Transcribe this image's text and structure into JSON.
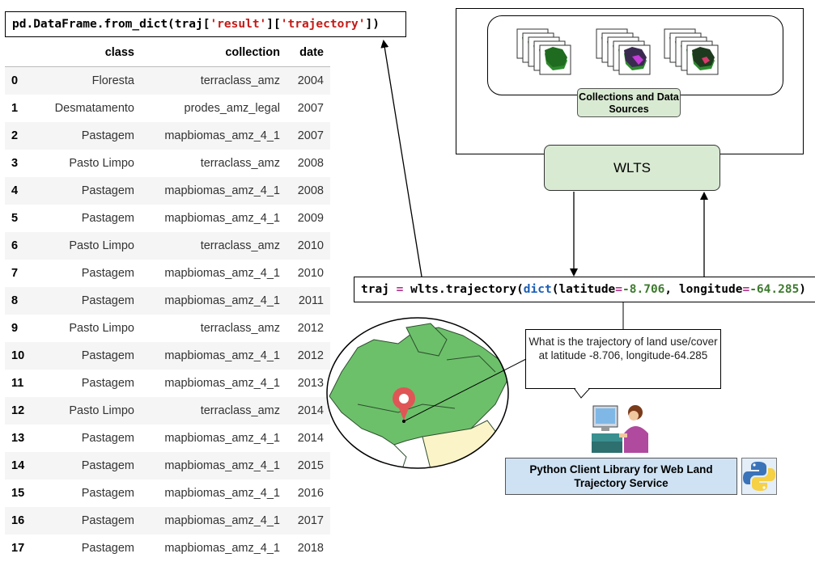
{
  "code_top": {
    "prefix": "pd.DataFrame.from_dict(traj[",
    "key1": "'result'",
    "mid": "][",
    "key2": "'trajectory'",
    "suffix": "])"
  },
  "code_mid": {
    "part1": "traj ",
    "eq1": "=",
    "part2": " wlts.trajectory(",
    "fn": "dict",
    "part3": "(latitude",
    "eq2": "=",
    "lat": "-8.706",
    "part4": ", longitude",
    "eq3": "=",
    "lon": "-64.285",
    "part5": ")"
  },
  "table": {
    "headers": [
      "",
      "class",
      "collection",
      "date"
    ],
    "rows": [
      [
        "0",
        "Floresta",
        "terraclass_amz",
        "2004"
      ],
      [
        "1",
        "Desmatamento",
        "prodes_amz_legal",
        "2007"
      ],
      [
        "2",
        "Pastagem",
        "mapbiomas_amz_4_1",
        "2007"
      ],
      [
        "3",
        "Pasto Limpo",
        "terraclass_amz",
        "2008"
      ],
      [
        "4",
        "Pastagem",
        "mapbiomas_amz_4_1",
        "2008"
      ],
      [
        "5",
        "Pastagem",
        "mapbiomas_amz_4_1",
        "2009"
      ],
      [
        "6",
        "Pasto Limpo",
        "terraclass_amz",
        "2010"
      ],
      [
        "7",
        "Pastagem",
        "mapbiomas_amz_4_1",
        "2010"
      ],
      [
        "8",
        "Pastagem",
        "mapbiomas_amz_4_1",
        "2011"
      ],
      [
        "9",
        "Pasto Limpo",
        "terraclass_amz",
        "2012"
      ],
      [
        "10",
        "Pastagem",
        "mapbiomas_amz_4_1",
        "2012"
      ],
      [
        "11",
        "Pastagem",
        "mapbiomas_amz_4_1",
        "2013"
      ],
      [
        "12",
        "Pasto Limpo",
        "terraclass_amz",
        "2014"
      ],
      [
        "13",
        "Pastagem",
        "mapbiomas_amz_4_1",
        "2014"
      ],
      [
        "14",
        "Pastagem",
        "mapbiomas_amz_4_1",
        "2015"
      ],
      [
        "15",
        "Pastagem",
        "mapbiomas_amz_4_1",
        "2016"
      ],
      [
        "16",
        "Pastagem",
        "mapbiomas_amz_4_1",
        "2017"
      ],
      [
        "17",
        "Pastagem",
        "mapbiomas_amz_4_1",
        "2018"
      ]
    ]
  },
  "collections_label": "Collections and Data Sources",
  "wlts_label": "WLTS",
  "question": "What is the trajectory of land use/cover at latitude -8.706, longitude-64.285",
  "client_label": "Python Client Library for Web Land Trajectory Service",
  "icons": {
    "stack_icons": [
      "map-stack-icon",
      "map-stack-icon",
      "map-stack-icon"
    ],
    "map": "amazon-map-icon",
    "pin": "location-pin-icon",
    "user": "user-at-computer-icon",
    "python": "python-logo-icon"
  },
  "colors": {
    "green_box": "#d9ead3",
    "blue_box": "#cfe2f3",
    "map_green": "#6cc06a",
    "pin_red": "#e05656"
  }
}
